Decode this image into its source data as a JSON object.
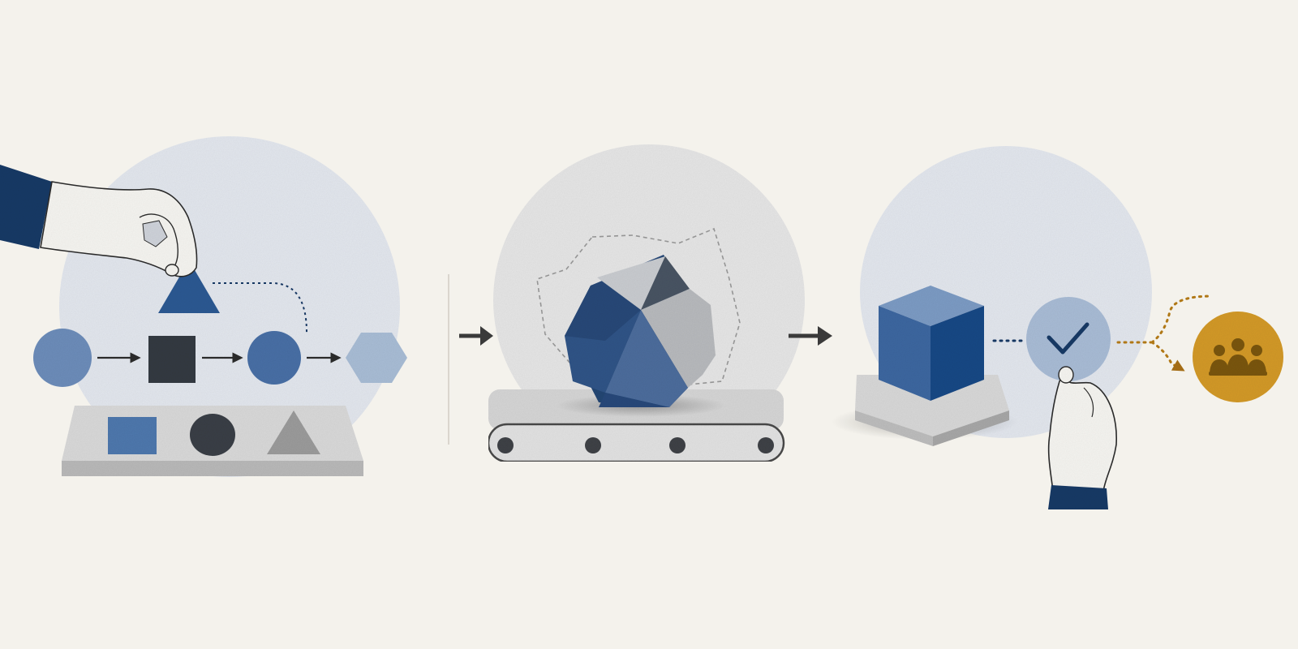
{
  "colors": {
    "background": "#f4f2ec",
    "halo_blue": "#e3e7ee",
    "halo_gray": "#e6e6e6",
    "navy": "#1f3a66",
    "blue": "#3f6aa0",
    "mid_blue": "#5b7fae",
    "light_blue": "#a9bdd6",
    "slate": "#7f93b0",
    "charcoal": "#363b42",
    "stone_light": "#dcdcdc",
    "stone_mid": "#c4c4c4",
    "stone_dark": "#9a9a9a",
    "gold": "#d39a2c",
    "gold_dark": "#7a5716",
    "dashed_gray": "#9a9a9a",
    "line": "#2e2e2e"
  },
  "panels": [
    {
      "id": "sorting",
      "sequence_shapes": [
        "circle",
        "square",
        "circle",
        "hexagon"
      ],
      "tray_shapes": [
        "square",
        "circle",
        "triangle"
      ],
      "held_shape": "triangle",
      "icons": [
        "hand-icon",
        "arrow-right-icon",
        "dashed-curve-arrow"
      ]
    },
    {
      "id": "conveyor",
      "object": "faceted-rock",
      "icons": [
        "arrow-right-icon",
        "dashed-outline",
        "conveyor-belt"
      ]
    },
    {
      "id": "verification",
      "object": "cube-on-pedestal",
      "icons": [
        "check-icon",
        "hand-icon",
        "people-icon",
        "dotted-branch-arrow"
      ]
    }
  ]
}
